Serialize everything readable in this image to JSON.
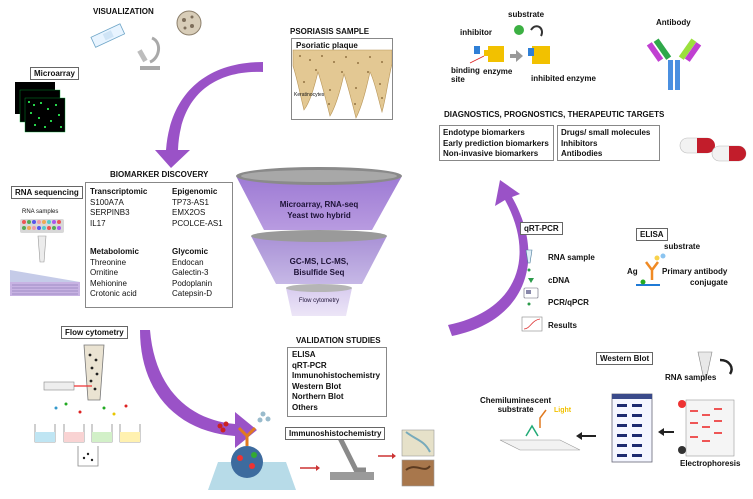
{
  "visualization": {
    "title": "VISUALIZATION"
  },
  "microarray": {
    "label": "Microarray"
  },
  "psoriasis": {
    "title": "PSORIASIS SAMPLE",
    "plaque_label": "Psoriatic plaque",
    "cell_label": "Keratinocytes"
  },
  "enzyme_panel": {
    "substrate": "substrate",
    "inhibitor": "inhibitor",
    "binding_site": "binding\nsite",
    "enzyme": "enzyme",
    "inhibited_enzyme": "inhibited enzyme",
    "antibody": "Antibody"
  },
  "targets": {
    "title": "DIAGNOSTICS, PROGNOSTICS, THERAPEUTIC TARGETS",
    "left_items": [
      "Endotype biomarkers",
      "Early prediction biomarkers",
      "Non-invasive biomarkers"
    ],
    "right_items": [
      "Drugs/ small molecules",
      "Inhibitors",
      "Antibodies"
    ]
  },
  "rna_seq": {
    "label": "RNA sequencing",
    "samples_label": "RNA samples"
  },
  "biomarker": {
    "title": "BIOMARKER DISCOVERY",
    "transcriptomic": {
      "heading": "Transcriptomic",
      "items": [
        "S100A7A",
        "SERPINB3",
        "IL17"
      ]
    },
    "epigenomic": {
      "heading": "Epigenomic",
      "items": [
        "TP73-AS1",
        "EMX2OS",
        "PCOLCE-AS1"
      ]
    },
    "metabolomic": {
      "heading": "Metabolomic",
      "items": [
        "Threonine",
        "Ornitine",
        "Mehionine",
        "Crotonic acid"
      ]
    },
    "glycomic": {
      "heading": "Glycomic",
      "items": [
        "Endocan",
        "Galectin-3",
        "Podoplanin",
        "Catepsin-D"
      ]
    }
  },
  "funnel": {
    "top": [
      "Microarray, RNA-seq",
      "Yeast two hybrid"
    ],
    "middle": [
      "GC-MS, LC-MS,",
      "Bisulfide Seq"
    ],
    "bottom": "Flow cytometry"
  },
  "qrtpcr": {
    "label": "qRT-PCR",
    "steps": [
      "RNA sample",
      "cDNA",
      "PCR/qPCR",
      "Results"
    ]
  },
  "elisa": {
    "label": "ELISA",
    "substrate": "substrate",
    "ag": "Ag",
    "antibody_line1": "Primary antibody",
    "antibody_line2": "conjugate"
  },
  "flow": {
    "label": "Flow cytometry"
  },
  "validation": {
    "title": "VALIDATION STUDIES",
    "items": [
      "ELISA",
      "qRT-PCR",
      "Immunohistochemistry",
      "Western Blot",
      "Northern Blot",
      "Others"
    ]
  },
  "ihc": {
    "label": "Immunoshistochemistry"
  },
  "western": {
    "label": "Western Blot",
    "substrate": "Chemiluminescent\nsubstrate",
    "light": "Light",
    "rna_samples": "RNA samples",
    "electrophoresis": "Electrophoresis"
  },
  "colors": {
    "purple": "#9a52c7",
    "funnel_dark": "#8f63c9",
    "funnel_mid": "#b9a6dd",
    "funnel_light": "#e6dcf4"
  }
}
